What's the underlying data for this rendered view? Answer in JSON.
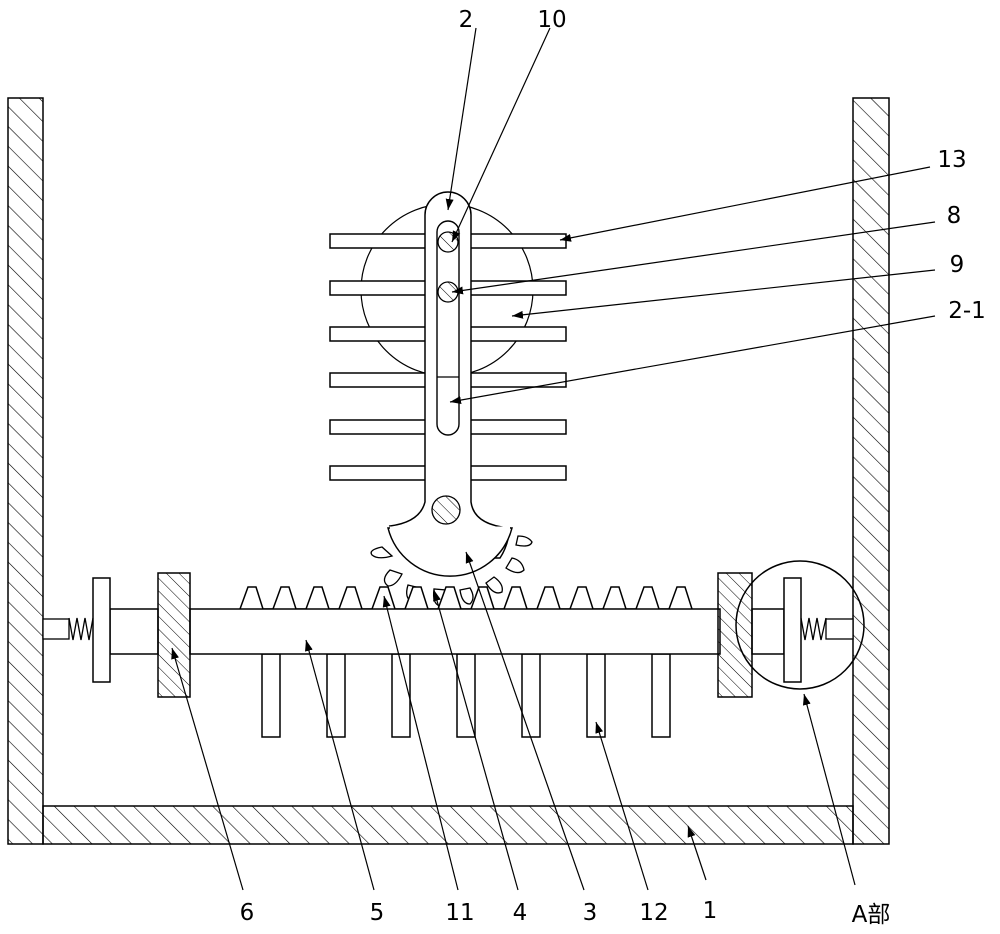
{
  "diagram": {
    "labels": {
      "l2": "2",
      "l10": "10",
      "l13": "13",
      "l8": "8",
      "l9": "9",
      "l2_1": "2-1",
      "l6": "6",
      "l5": "5",
      "l11": "11",
      "l4": "4",
      "l3": "3",
      "l12": "12",
      "l1": "1",
      "lA": "A部"
    }
  }
}
